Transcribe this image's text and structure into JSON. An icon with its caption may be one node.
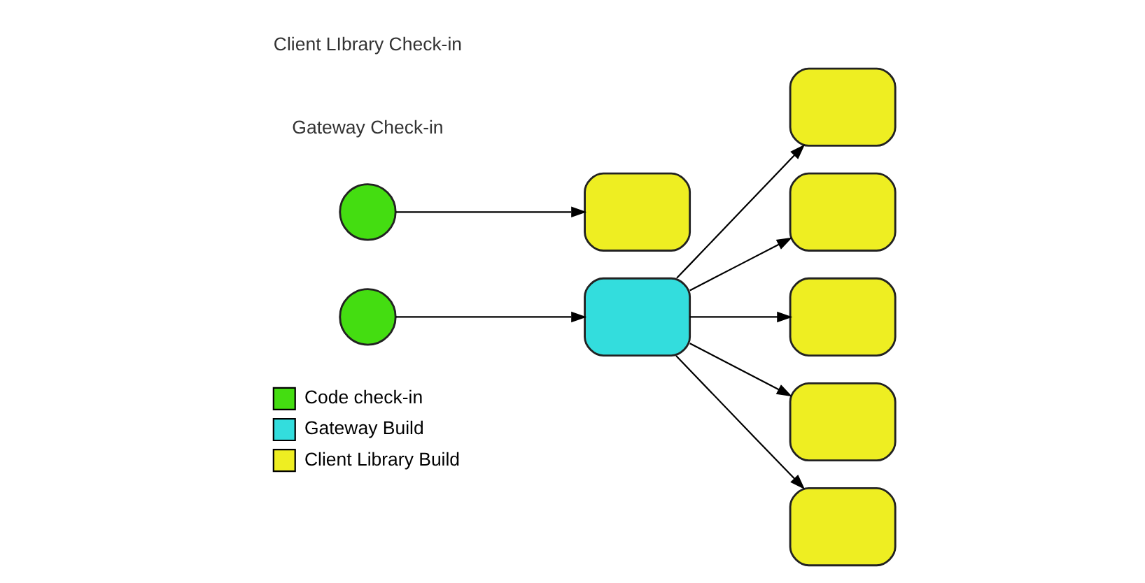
{
  "diagram": {
    "nodes": [
      {
        "text": [],
        "shape": "circle"
      },
      {
        "text": [],
        "shape": "box"
      },
      {
        "text": [],
        "shape": "circle"
      },
      {
        "text": [],
        "shape": "box"
      },
      {
        "text": [],
        "shape": "box"
      },
      {
        "text": [],
        "shape": "box"
      },
      {
        "text": [],
        "shape": "box"
      },
      {
        "text": [],
        "shape": "box"
      },
      {
        "text": [],
        "shape": "box"
      }
    ],
    "edges": [
      {
        "from": 0,
        "to": 1,
        "arrow": "to"
      },
      {
        "from": 2,
        "to": 3,
        "arrow": "to"
      },
      {
        "from": 3,
        "to": 4,
        "arrow": "to"
      },
      {
        "from": 3,
        "to": 5,
        "arrow": "to"
      },
      {
        "from": 3,
        "to": 6,
        "arrow": "to"
      },
      {
        "from": 3,
        "to": 7,
        "arrow": "to"
      },
      {
        "from": 3,
        "to": 8,
        "arrow": "to"
      }
    ],
    "labels": [
      "Client LIbrary Check-in",
      "Gateway Check-in"
    ],
    "legend": [
      {
        "text": "Code check-in",
        "color": "#44dd11"
      },
      {
        "text": "Gateway Build",
        "color": "#33dddd"
      },
      {
        "text": "Client Library Build",
        "color": "#eeee22"
      }
    ]
  }
}
